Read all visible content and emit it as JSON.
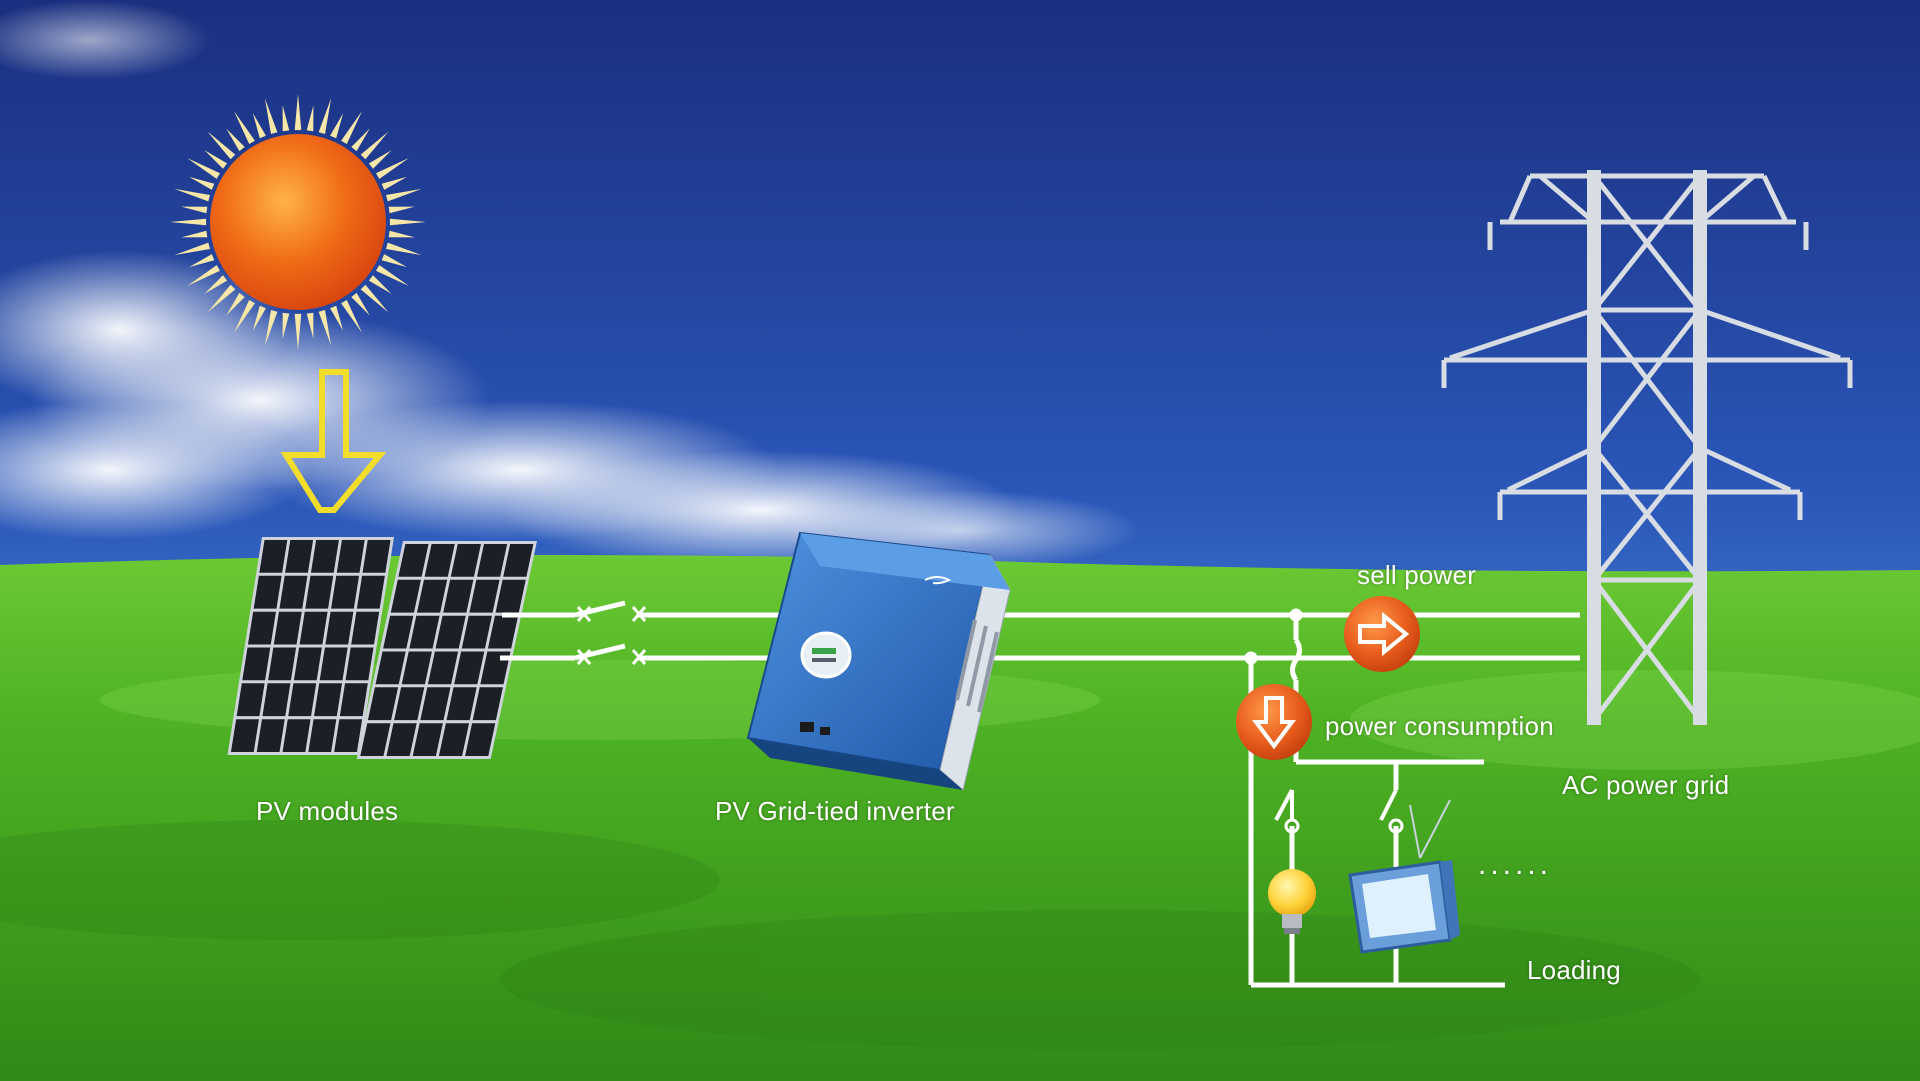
{
  "labels": {
    "pv_modules": "PV modules",
    "inverter": "PV Grid-tied inverter",
    "sell_power": "sell power",
    "power_consumption": "power consumption",
    "ac_power_grid": "AC power grid",
    "loading": "Loading",
    "more_loads": "......"
  },
  "icons": {
    "sun": "sun-icon",
    "sunlight_arrow": "down-arrow-icon",
    "sell_arrow": "right-arrow-icon",
    "consumption_arrow": "down-arrow-icon",
    "bulb": "light-bulb-icon",
    "tv": "television-icon"
  },
  "colors": {
    "sky_top": "#1b2f7f",
    "sky_mid": "#2f62c4",
    "grass": "#4fb324",
    "grass_dark": "#2f8a17",
    "sun_core": "#f06a16",
    "sun_rays": "#f6e7a8",
    "arrow_yellow": "#f2de2a",
    "inverter_blue": "#2f6fc0",
    "badge_orange": "#e85d1c",
    "wire": "#ffffff",
    "tower": "#d8dde4"
  }
}
